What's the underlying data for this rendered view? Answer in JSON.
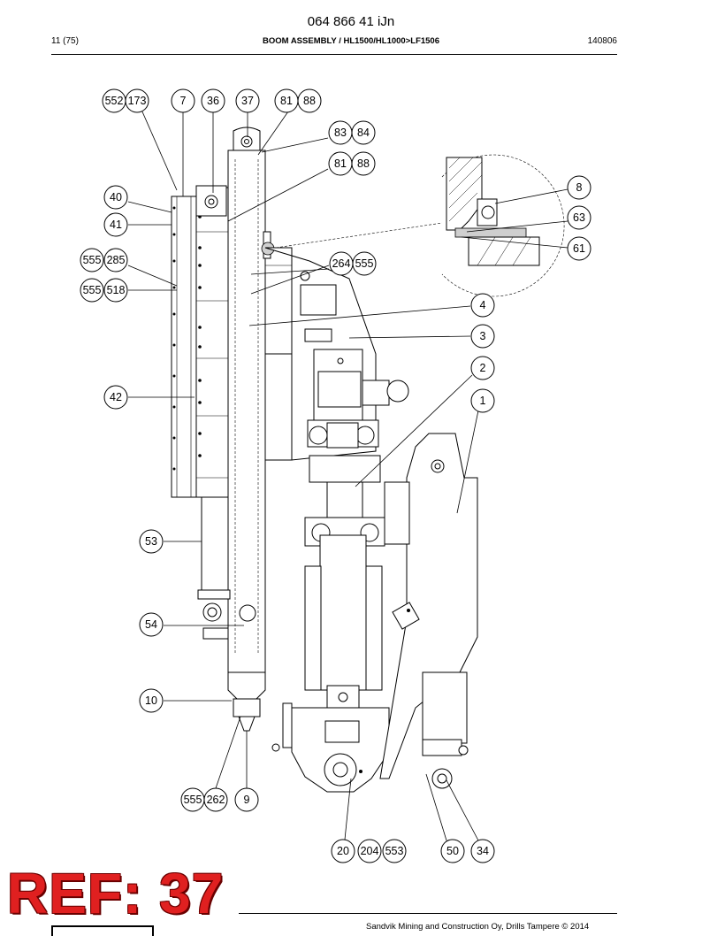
{
  "header": {
    "doc_id": "064 866 41 iJn",
    "page": "11 (75)",
    "title": "BOOM ASSEMBLY / HL1500/HL1000>LF1506",
    "date": "140806"
  },
  "callouts": {
    "c552": "552",
    "c173": "173",
    "c7": "7",
    "c36": "36",
    "c37": "37",
    "c81a": "81",
    "c88a": "88",
    "c83": "83",
    "c84": "84",
    "c81b": "81",
    "c88b": "88",
    "c40": "40",
    "c41": "41",
    "c555a": "555",
    "c285": "285",
    "c555b": "555",
    "c518": "518",
    "c264": "264",
    "c555c": "555",
    "c8": "8",
    "c63": "63",
    "c61": "61",
    "c4": "4",
    "c3": "3",
    "c2": "2",
    "c1": "1",
    "c42": "42",
    "c53": "53",
    "c54": "54",
    "c10": "10",
    "c555d": "555",
    "c262": "262",
    "c9": "9",
    "c20": "20",
    "c204": "204",
    "c553": "553",
    "c50": "50",
    "c34": "34"
  },
  "footer": {
    "copyright": "Sandvik Mining and Construction Oy, Drills Tampere © 2014"
  },
  "stamp": {
    "text": "REF: 37",
    "color": "#e02020"
  }
}
